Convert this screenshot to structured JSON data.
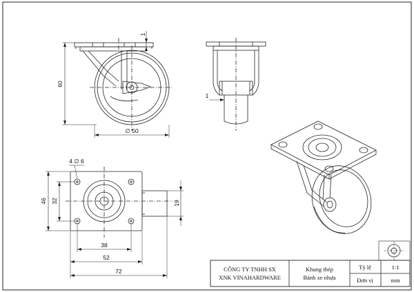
{
  "title_block": {
    "company_line1": "CÔNG TY TNHH SX",
    "company_line2": "XNK VINAHARDWARE",
    "material_line1": "Khung thép",
    "material_line2": "Bánh xe nhựa",
    "scale_label": "Tỷ lệ",
    "scale_value": "1:1",
    "unit_label": "Đơn vị",
    "unit_value": "mm"
  },
  "dimensions": {
    "plate_thickness": "1",
    "height_60": "60",
    "wheel_diameter": "∅ 50",
    "bracket_thickness": "1",
    "hole_spec": "4 ∅ 6",
    "plate_height_46": "46",
    "hole_spacing_32": "32",
    "wheel_width_19": "19",
    "hole_spacing_38": "38",
    "plate_width_52": "52",
    "overall_72": "72"
  }
}
